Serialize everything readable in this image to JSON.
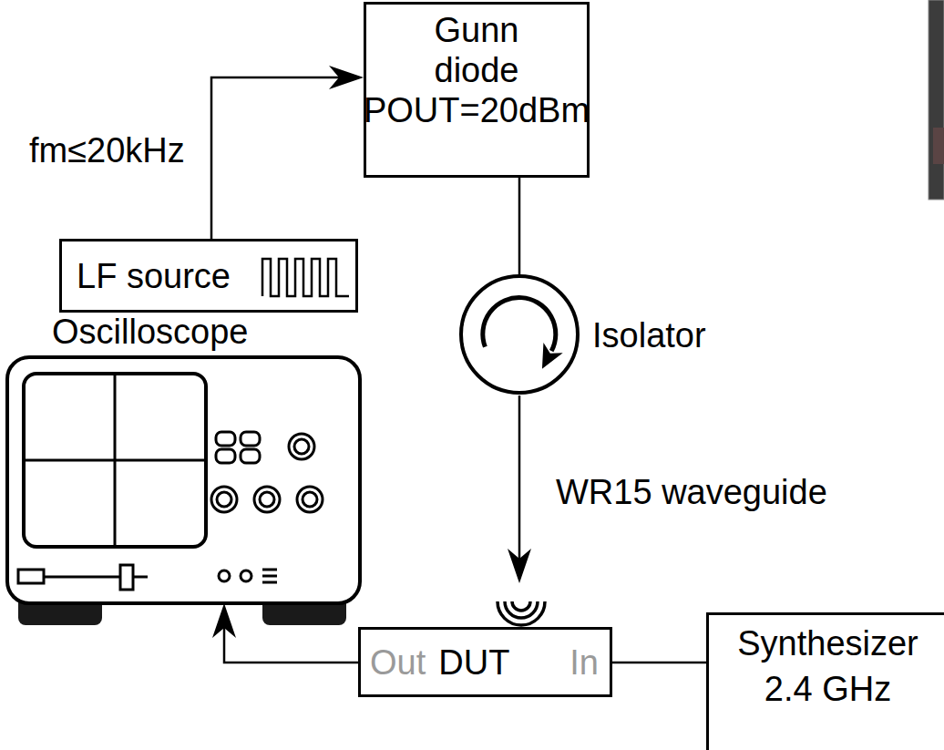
{
  "diagram": {
    "nodes": [
      {
        "text": [
          "Gunn diode",
          "POUT=20dBm"
        ]
      },
      {
        "text": [
          "LF source"
        ]
      },
      {
        "text": [
          "Isolator"
        ]
      },
      {
        "text": [
          "Oscilloscope"
        ]
      },
      {
        "text": [
          "Out",
          "DUT",
          "In"
        ]
      },
      {
        "text": [
          "Synthesizer 2.4 GHz"
        ]
      }
    ],
    "edges": [
      {
        "from": 1,
        "to": 0,
        "arrow": "to",
        "label": "fm≤20kHz"
      },
      {
        "from": 0,
        "to": 2,
        "arrow": "none"
      },
      {
        "from": 2,
        "to": 4,
        "arrow": "to",
        "label": "WR15 waveguide"
      },
      {
        "from": 5,
        "to": 4,
        "arrow": "none"
      },
      {
        "from": 4,
        "to": 3,
        "arrow": "to"
      }
    ]
  }
}
